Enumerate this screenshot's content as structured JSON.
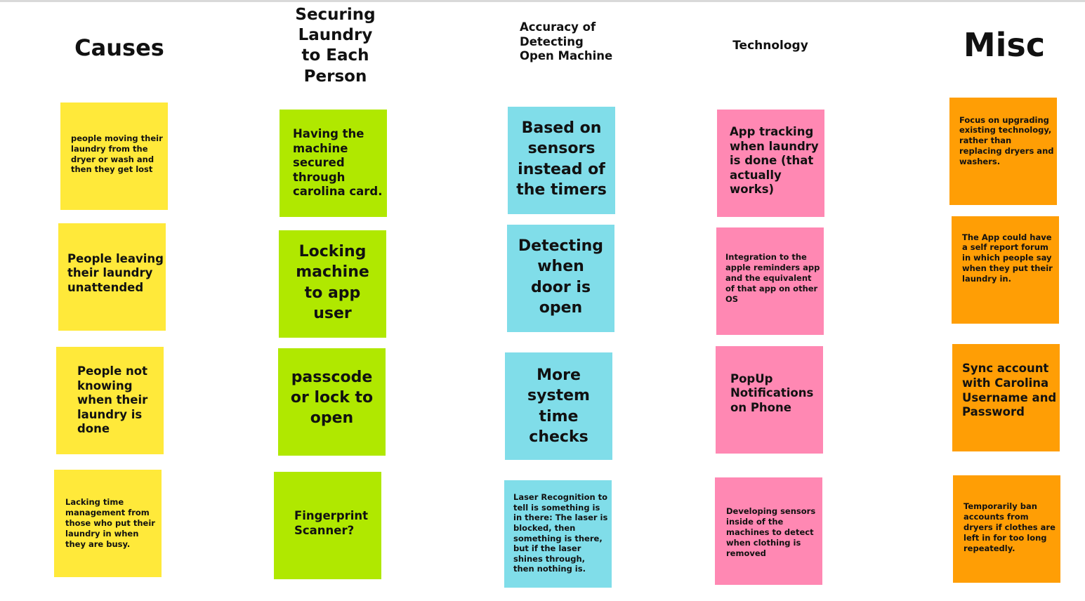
{
  "columns": [
    {
      "heading": "Causes",
      "notes": [
        "people moving their\nlaundry from the\ndryer or wash and\nthen they get lost",
        "People leaving\ntheir laundry\nunattended",
        "People not\nknowing\nwhen their\nlaundry is\ndone",
        "Lacking time\nmanagement from\nthose who put their\nlaundry in when\nthey are busy."
      ]
    },
    {
      "heading": "Securing\nLaundry\nto Each\nPerson",
      "notes": [
        "Having the\nmachine\nsecured\nthrough\ncarolina card.",
        "Locking\nmachine\nto app\nuser",
        "passcode\nor lock to\nopen",
        "Fingerprint\nScanner?"
      ]
    },
    {
      "heading": "Accuracy of\nDetecting\nOpen Machine",
      "notes": [
        "Based on\nsensors\ninstead of\nthe timers",
        "Detecting\nwhen\ndoor is\nopen",
        "More\nsystem\ntime\nchecks",
        "Laser Recognition to\ntell is something is\nin there: The laser is\nblocked, then\nsomething is there,\nbut if the laser\nshines through,\nthen nothing is."
      ]
    },
    {
      "heading": "Technology",
      "notes": [
        "App tracking\nwhen laundry\nis done (that\nactually\nworks)",
        "Integration to the\napple reminders app\nand the equivalent\nof that app on other\nOS",
        "PopUp\nNotifications\non Phone",
        "Developing sensors\ninside of the\nmachines to detect\nwhen clothing is\nremoved"
      ]
    },
    {
      "heading": "Misc",
      "notes": [
        "Focus on upgrading\nexisting technology,\nrather than\nreplacing dryers and\nwashers.",
        "The App could have\na self report forum\nin which people say\nwhen they put their\nlaundry in.",
        "Sync account\nwith Carolina\nUsername and\nPassword",
        "Temporarily ban\naccounts from\ndryers if clothes are\nleft in for too long\nrepeatedly."
      ]
    }
  ],
  "colors": {
    "causes": "#ffe93a",
    "securing": "#b0e800",
    "accuracy": "#80dde9",
    "technology": "#ff88b3",
    "misc": "#ff9e05"
  }
}
